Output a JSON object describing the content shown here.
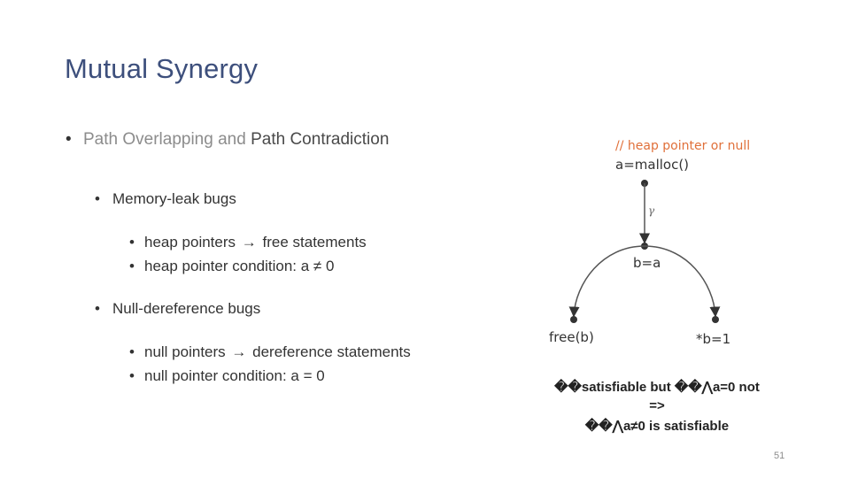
{
  "slide": {
    "title": "Mutual Synergy",
    "bullets": {
      "main": {
        "part1": "Path Overlapping",
        "part2": "and",
        "part3": "Path Contradiction"
      },
      "memory_leak": {
        "label": "Memory-leak bugs",
        "sub": [
          {
            "before": "heap pointers",
            "after": "free statements"
          },
          {
            "text": "heap pointer condition: a ≠ 0"
          }
        ]
      },
      "null_deref": {
        "label": "Null-dereference bugs",
        "sub": [
          {
            "before": "null pointers",
            "after": "dereference statements"
          },
          {
            "text": "null pointer condition: a = 0"
          }
        ]
      }
    },
    "diagram": {
      "comment": "// heap pointer or null",
      "stmt_top": "a=malloc()",
      "edge_label": "γ",
      "stmt_mid": "b=a",
      "stmt_left": "free(b)",
      "stmt_right": "*b=1"
    },
    "caption": {
      "line1": "��satisfiable but ��⋀a=0 not",
      "line2": "=>",
      "line3": "��⋀a≠0 is satisfiable"
    },
    "page_number": "51"
  }
}
